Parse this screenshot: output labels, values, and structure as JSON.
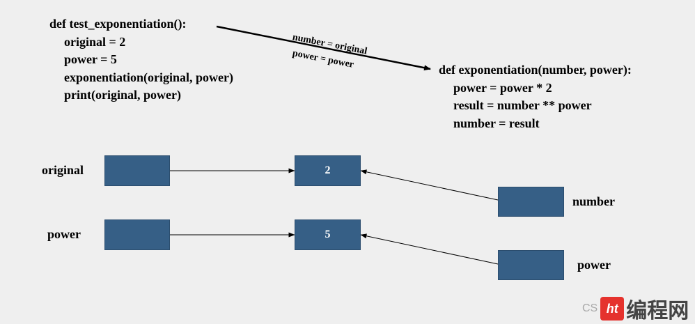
{
  "code_left": {
    "lines": [
      "def test_exponentiation():",
      "original = 2",
      "power = 5",
      "exponentiation(original, power)",
      "print(original, power)"
    ]
  },
  "code_right": {
    "lines": [
      "def exponentiation(number, power):",
      "power = power * 2",
      "result = number ** power",
      "number = result"
    ]
  },
  "call_arrow": {
    "label_1": "number = original",
    "label_2": "power = power"
  },
  "diagram": {
    "left_vars": [
      "original",
      "power"
    ],
    "values": [
      "2",
      "5"
    ],
    "right_vars": [
      "number",
      "power"
    ]
  },
  "watermark": {
    "prefix": "CS",
    "logo": "ht",
    "text": "编程网"
  },
  "colors": {
    "box_fill": "#365f86",
    "background": "#efefef"
  }
}
